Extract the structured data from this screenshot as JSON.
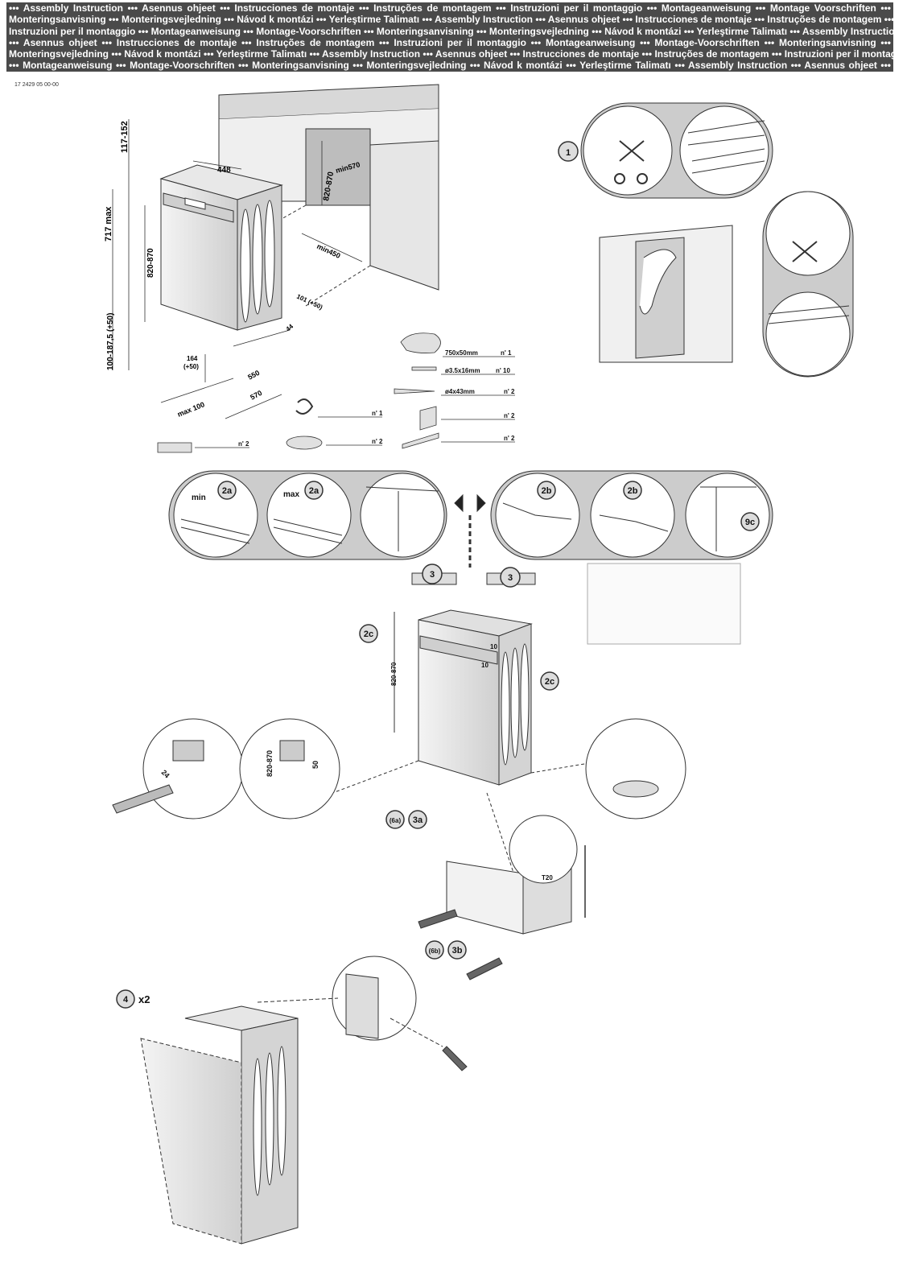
{
  "banner": {
    "lines": [
      "••• Assembly Instruction ••• Asennus ohjeet ••• Instrucciones de montaje ••• Instruções de montagem ••• Instruzioni per il montaggio ••• Montageanweisung ••• Montage Voorschriften •••",
      "Monteringsanvisning ••• Monteringsvejledning ••• Návod k montázi ••• Yerleştirme Talimatı ••• Assembly Instruction ••• Asennus ohjeet ••• Instrucciones de montaje ••• Instruções de montagem •••",
      "Instruzioni per il montaggio ••• Montageanweisung ••• Montage-Voorschriften ••• Monteringsanvisning ••• Monteringsvejledning ••• Návod k montázi ••• Yerleştirme Talimatı ••• Assembly Instruction",
      "••• Asennus ohjeet ••• Instrucciones de montaje ••• Instruções de montagem ••• Instruzioni per il montaggio ••• Montageanweisung ••• Montage-Voorschriften ••• Monteringsanvisning •••",
      "Monteringsvejledning ••• Návod k montázi ••• Yerleştirme Talimatı ••• Assembly Instruction ••• Asennus ohjeet ••• Instrucciones de montaje ••• Instruções de montagem ••• Instruzioni per il montaggio",
      "••• Montageanweisung ••• Montage-Voorschriften ••• Monteringsanvisning ••• Monteringsvejledning ••• Návod k montázi ••• Yerleştirme Talimatı ••• Assembly Instruction ••• Asennus ohjeet •••"
    ]
  },
  "doc_number": "17 2429 05 00-00",
  "dimensions": {
    "d117_152": "117-152",
    "d717max": "717 max",
    "d820_870": "820-870",
    "d100_187": "100-187,5 (+50)",
    "d448": "448",
    "dmin570": "min570",
    "dmin450": "min450",
    "d101": "101 (+50)",
    "d44": "44",
    "d164": "164",
    "d164b": "(+50)",
    "d550": "550",
    "d570": "570",
    "dmax100": "max 100"
  },
  "parts": {
    "tape_size": "750x50mm",
    "tape_qty": "n' 1",
    "screw1_size": "ø3.5x16mm",
    "screw1_qty": "n' 10",
    "screw2_size": "ø4x43mm",
    "screw2_qty": "n' 2",
    "bracket_qty": "n' 2",
    "strip_qty": "n' 2",
    "hose_qty": "n' 1",
    "foot_qty": "n' 2",
    "link_qty": "n' 2"
  },
  "steps": {
    "s1": "1",
    "s2a": "2a",
    "s2b": "2b",
    "s9c": "9c",
    "s3": "3",
    "s2c": "2c",
    "s6a": "(6a)",
    "s3a": "3a",
    "s6b": "(6b)",
    "s3b": "3b",
    "s4": "4",
    "x2": "x2",
    "min": "min",
    "max": "max",
    "ten": "10",
    "d820_870b": "820-870",
    "d50": "50",
    "d24": "24",
    "t20": "T20"
  }
}
